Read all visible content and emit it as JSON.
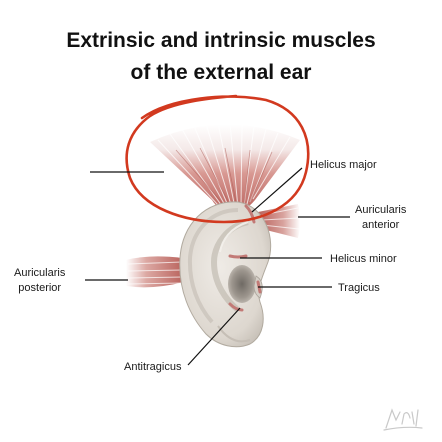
{
  "title": {
    "line1": "Extrinsic and intrinsic muscles",
    "line2": "of the external ear"
  },
  "labels": {
    "helicus_major": "Helicus major",
    "auricularis_anterior_line1": "Auricularis",
    "auricularis_anterior_line2": "anterior",
    "helicus_minor": "Helicus minor",
    "auricularis_posterior_line1": "Auricularis",
    "auricularis_posterior_line2": "posterior",
    "tragicus": "Tragicus",
    "antitragicus": "Antitragicus",
    "superior_unlabeled": ""
  },
  "colors": {
    "muscle": "#c27a76",
    "tendon": "#f2f2f2",
    "ear_skin": "#e2ddd6",
    "ear_shadow": "#a8a29a",
    "annotation_circle": "#d2391f",
    "leader_line": "#111111"
  },
  "signature": "artist-signature"
}
